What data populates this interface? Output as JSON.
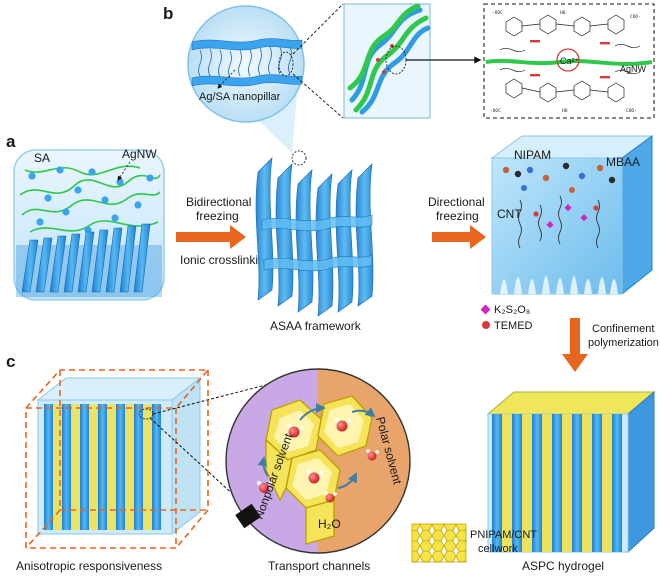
{
  "panels": {
    "a": "a",
    "b": "b",
    "c": "c"
  },
  "labels": {
    "sa": "SA",
    "agnw": "AgNW",
    "nanopillar": "Ag/SA nanopillar",
    "ca": "Ca²⁺",
    "agnw_chem": "AgNW",
    "bidirectional_1": "Bidirectional",
    "bidirectional_2": "freezing",
    "ionic": "Ionic crosslinking",
    "asaa": "ASAA framework",
    "directional_1": "Directional",
    "directional_2": "freezing",
    "nipam": "NIPAM",
    "mbaa": "MBAA",
    "cnt": "CNT",
    "k2s2o8": "K₂S₂O₈",
    "temed": "TEMED",
    "confinement_1": "Confinement",
    "confinement_2": "polymerization",
    "anisotropic": "Anisotropic responsiveness",
    "nonpolar": "Nonpolar solvent",
    "polar": "Polar solvent",
    "water": "H₂O",
    "transport": "Transport channels",
    "pnipam_1": "PNIPAM/CNT",
    "pnipam_2": "cellwork",
    "aspc": "ASPC hydrogel"
  },
  "chem_text": {
    "coo": "-OOC",
    "oh": "HO",
    "ooc": "COO-"
  },
  "colors": {
    "blue": "#2f9be3",
    "light_blue": "#8fd0f5",
    "yellow": "#f2e24a",
    "orange_arrow": "#e8651e",
    "green": "#2ec84a",
    "purple": "#c9a8e6",
    "tan": "#e8a46a",
    "magenta": "#d820c8",
    "red": "#d83a3a"
  }
}
